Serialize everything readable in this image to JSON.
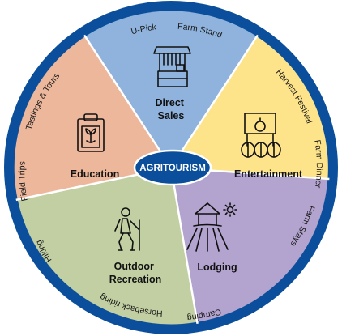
{
  "center": {
    "label": "AGRITOURISM"
  },
  "colors": {
    "ring": "#0b4f9c",
    "hub": "#0b4f9c",
    "direct_sales": "#8fb3dc",
    "entertainment": "#fde38a",
    "lodging": "#b3a3cf",
    "outdoor_recreation": "#c1cfa3",
    "education": "#edb79c"
  },
  "segments": [
    {
      "key": "direct_sales",
      "title_lines": [
        "Direct",
        "Sales"
      ],
      "icon": "farm-stand-icon",
      "examples": [
        "U-Pick",
        "Farm Stand"
      ]
    },
    {
      "key": "entertainment",
      "title_lines": [
        "Entertainment"
      ],
      "icon": "pumpkin-sign-icon",
      "examples": [
        "Harvest Festival",
        "Farm Dinner"
      ]
    },
    {
      "key": "lodging",
      "title_lines": [
        "Lodging"
      ],
      "icon": "barn-field-sun-icon",
      "examples": [
        "Farm Stays",
        "Camping"
      ]
    },
    {
      "key": "outdoor_recreation",
      "title_lines": [
        "Outdoor",
        "Recreation"
      ],
      "icon": "hiker-icon",
      "examples": [
        "Horseback riding",
        "Hiking"
      ]
    },
    {
      "key": "education",
      "title_lines": [
        "Education"
      ],
      "icon": "clipboard-sprout-icon",
      "examples": [
        "Field Trips",
        "Tastings & Tours"
      ]
    }
  ]
}
